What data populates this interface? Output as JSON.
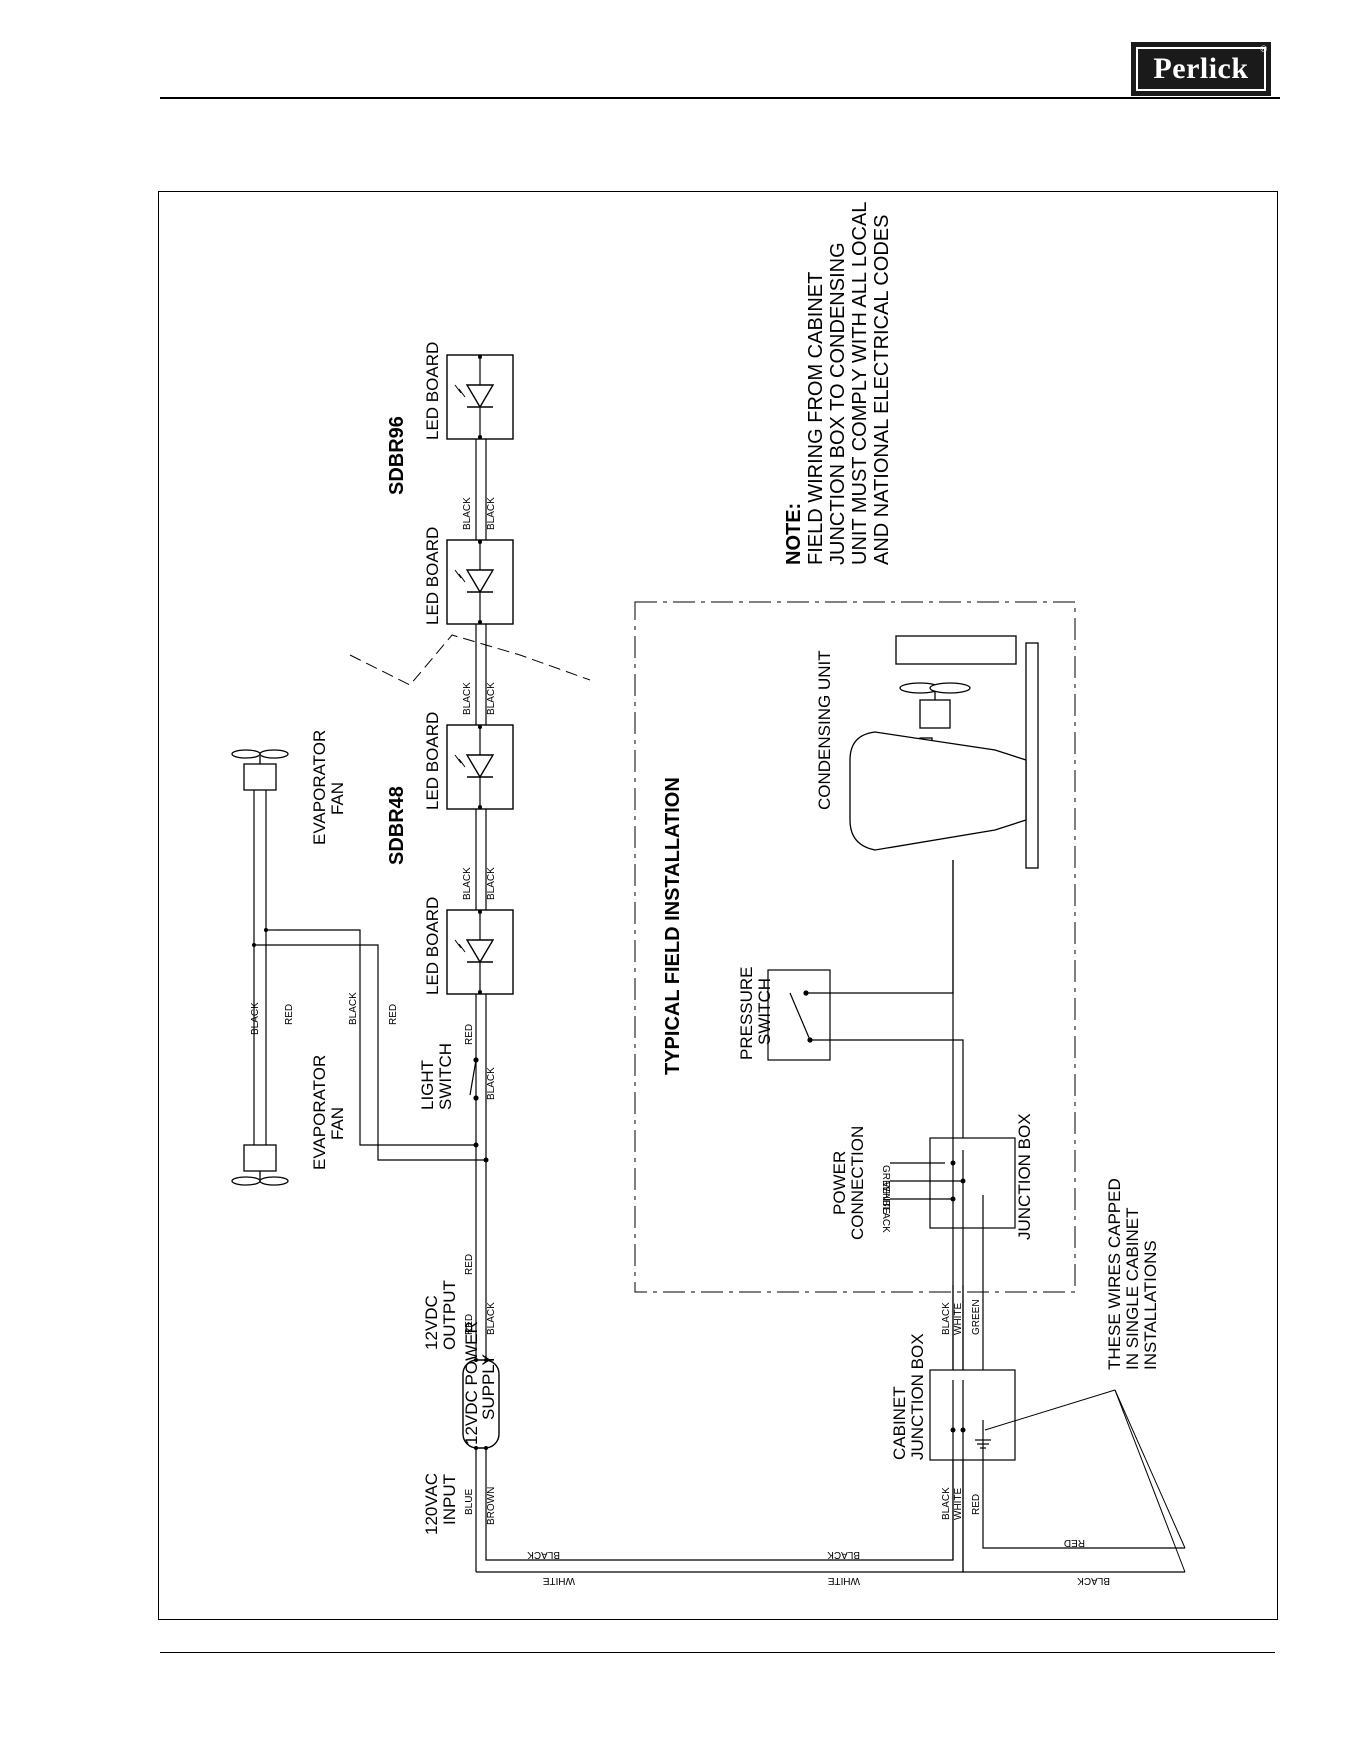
{
  "brand": {
    "logo": "Perlick"
  },
  "diagram": {
    "note": {
      "heading": "NOTE:",
      "lines": [
        "FIELD WIRING FROM CABINET",
        "JUNCTION BOX TO CONDENSING",
        "UNIT MUST COMPLY WITH ALL LOCAL",
        "AND NATIONAL ELECTRICAL CODES"
      ]
    },
    "sections": {
      "sdbr96": "SDBR96",
      "sdbr48": "SDBR48",
      "typical": "TYPICAL  FIELD INSTALLATION"
    },
    "components": {
      "led_board": "LED BOARD",
      "evaporator_fan": [
        "EVAPORATOR",
        "FAN"
      ],
      "light_switch": [
        "LIGHT",
        "SWITCH"
      ],
      "output_12vdc": [
        "12VDC",
        "OUTPUT"
      ],
      "power_supply": [
        "12VDC POWER",
        "SUPPLY"
      ],
      "input_120vac": [
        "120VAC",
        "INPUT"
      ],
      "condensing_unit": "CONDENSING UNIT",
      "pressure_switch": [
        "PRESSURE",
        "SWITCH"
      ],
      "power_connection": [
        "POWER",
        "CONNECTION"
      ],
      "junction_box": "JUNCTION BOX",
      "cabinet_junction_box": [
        "CABINET",
        "JUNCTION BOX"
      ],
      "capped_wires": [
        "THESE WIRES CAPPED",
        "IN SINGLE CABINET",
        "INSTALLATIONS"
      ]
    },
    "wires": {
      "black": "BLACK",
      "red": "RED",
      "white": "WHITE",
      "green": "GREEN",
      "blue": "BLUE",
      "brown": "BROWN"
    }
  }
}
